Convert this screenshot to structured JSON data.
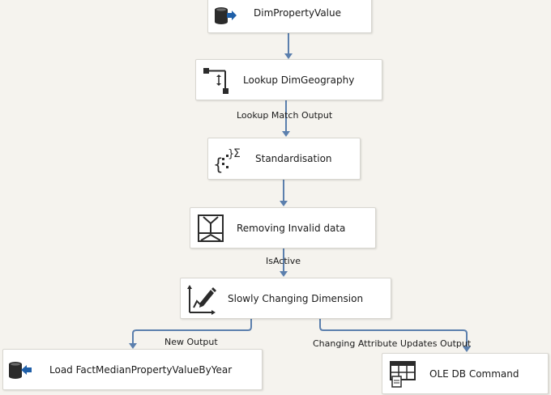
{
  "nodes": {
    "dim_property_value": {
      "label": "DimPropertyValue",
      "icon": "database-source-icon"
    },
    "lookup_dim_geography": {
      "label": "Lookup DimGeography",
      "icon": "lookup-icon"
    },
    "standardisation": {
      "label": "Standardisation",
      "icon": "derived-column-icon"
    },
    "removing_invalid_data": {
      "label": "Removing Invalid data",
      "icon": "conditional-split-icon"
    },
    "slowly_changing_dimension": {
      "label": "Slowly Changing Dimension",
      "icon": "slowly-changing-dimension-icon"
    },
    "load_fact": {
      "label": "Load FactMedianPropertyValueByYear",
      "icon": "database-destination-icon"
    },
    "ole_db_command": {
      "label": "OLE DB Command",
      "icon": "ole-db-command-icon"
    }
  },
  "paths": {
    "lookup_match_output": "Lookup Match Output",
    "is_active": "IsActive",
    "new_output": "New Output",
    "changing_attribute_updates_output": "Changing Attribute Updates Output"
  },
  "colors": {
    "canvas": "#f5f3ee",
    "connector": "#5b7fad",
    "box_border": "#d8d6d0",
    "icon_dark": "#2b2b2b",
    "icon_blue": "#1f5fa8"
  }
}
